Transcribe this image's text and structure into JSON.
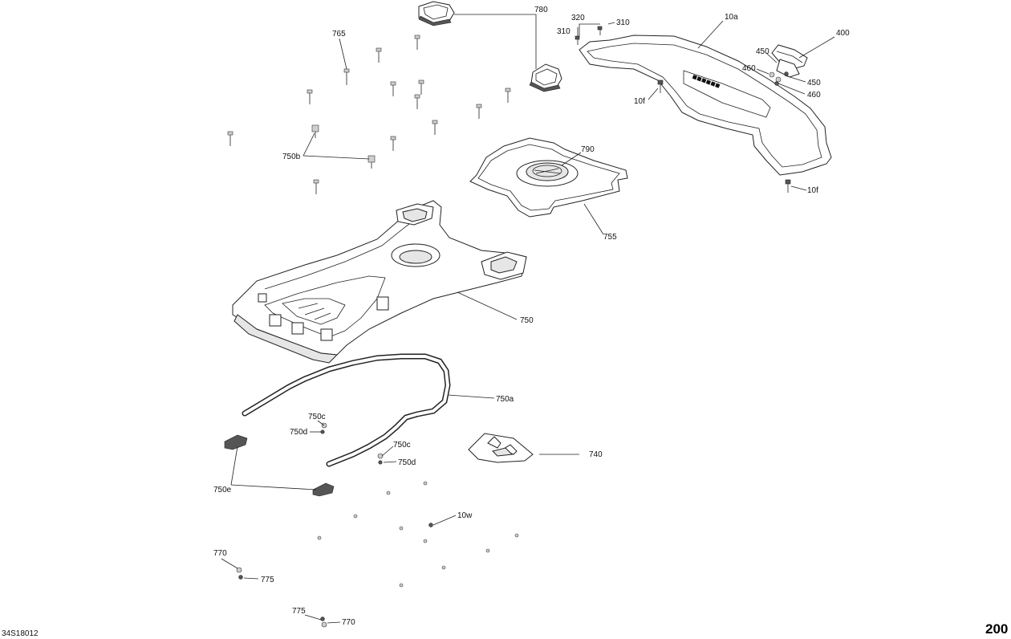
{
  "diagram": {
    "reference_code": "34S18012",
    "page_number": "200",
    "callouts": {
      "c780": "780",
      "c320": "320",
      "c310a": "310",
      "c310b": "310",
      "c10a": "10a",
      "c400": "400",
      "c765": "765",
      "c450a": "450",
      "c460a": "460",
      "c450b": "450",
      "c460b": "460",
      "c10f_a": "10f",
      "c10f_b": "10f",
      "c750b": "750b",
      "c790": "790",
      "c755": "755",
      "c750": "750",
      "c750a": "750a",
      "c750c_a": "750c",
      "c750d_a": "750d",
      "c750c_b": "750c",
      "c750d_b": "750d",
      "c740": "740",
      "c750e": "750e",
      "c10w": "10w",
      "c770a": "770",
      "c775a": "775",
      "c775b": "775",
      "c770b": "770"
    }
  }
}
